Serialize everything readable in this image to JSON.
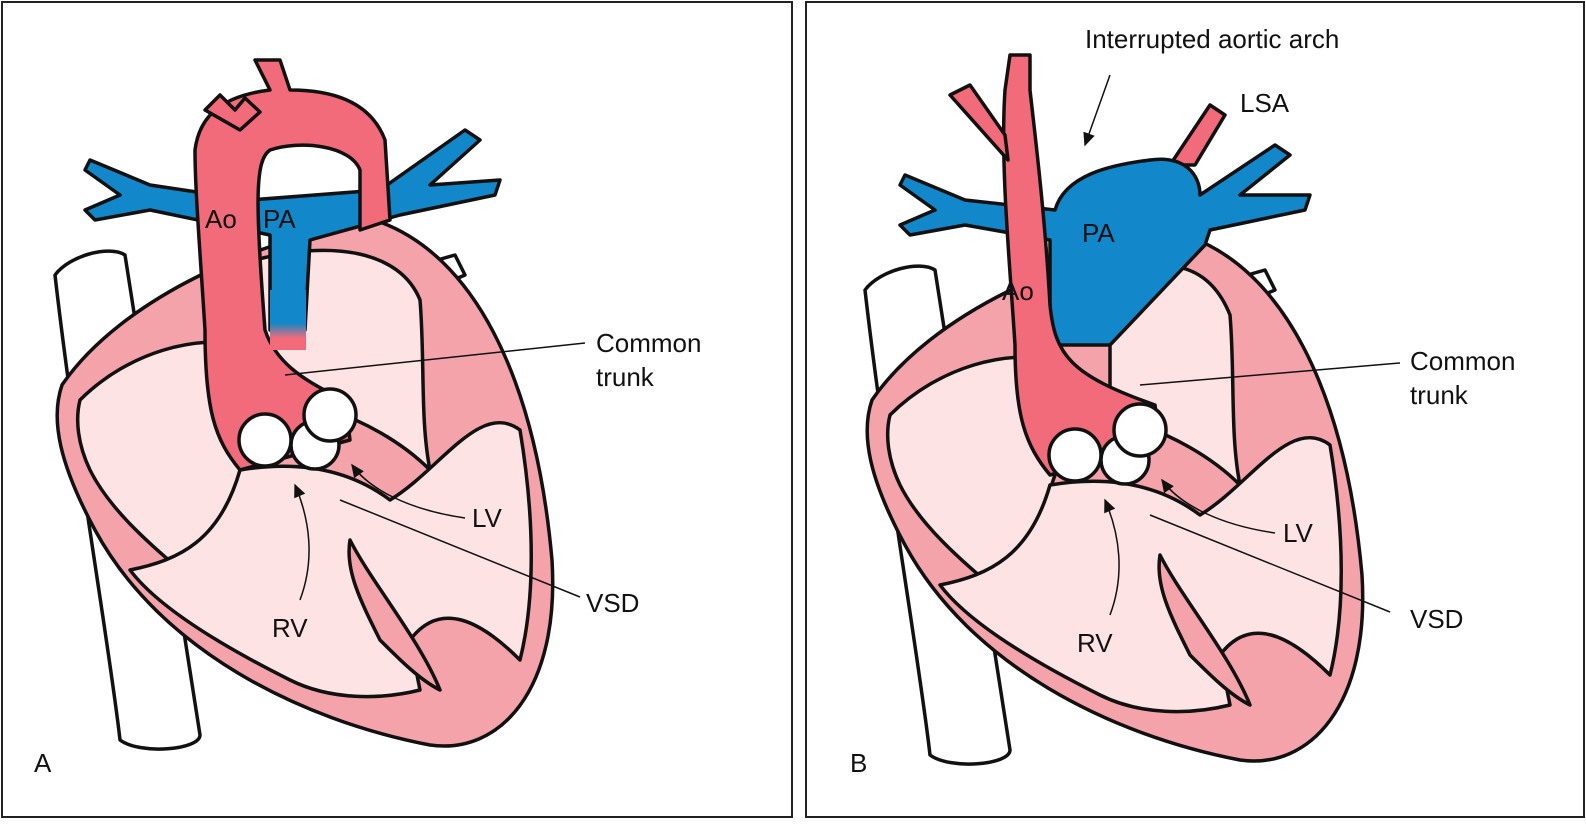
{
  "colors": {
    "aorta": "#f26b7a",
    "pulmonary_artery": "#1287c9",
    "myocardium": "#f4a3aa",
    "chamber": "#fde3e3",
    "vein": "#ffffff"
  },
  "panel_a": {
    "letter": "A",
    "labels": {
      "ao": "Ao",
      "pa": "PA",
      "common_trunk_1": "Common",
      "common_trunk_2": "trunk",
      "lv": "LV",
      "rv": "RV",
      "vsd": "VSD"
    }
  },
  "panel_b": {
    "letter": "B",
    "labels": {
      "interrupted": "Interrupted aortic arch",
      "lsa": "LSA",
      "ao": "Ao",
      "pa": "PA",
      "common_trunk_1": "Common",
      "common_trunk_2": "trunk",
      "lv": "LV",
      "rv": "RV",
      "vsd": "VSD"
    }
  }
}
